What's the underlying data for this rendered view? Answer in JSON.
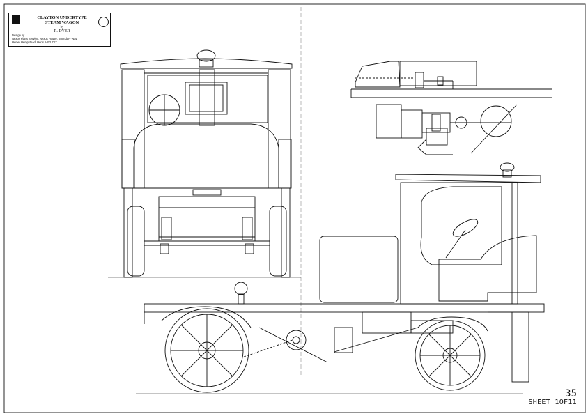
{
  "title_block": {
    "title_line1": "CLAYTON UNDERTYPE",
    "title_line2": "STEAM WAGON",
    "by": "by",
    "author": "R. DYER",
    "design_by": "Design by",
    "address_line1": "Nexus Plans Service, Nexus House, Boundary Way,",
    "address_line2": "Hemel Hempstead, Herts. HP2 7ST",
    "logo_icon": "nexus-logo-icon"
  },
  "sheet": {
    "number": "35",
    "label": "SHEET 1OF11"
  },
  "colors": {
    "line": "#111111",
    "paper": "#ffffff"
  }
}
